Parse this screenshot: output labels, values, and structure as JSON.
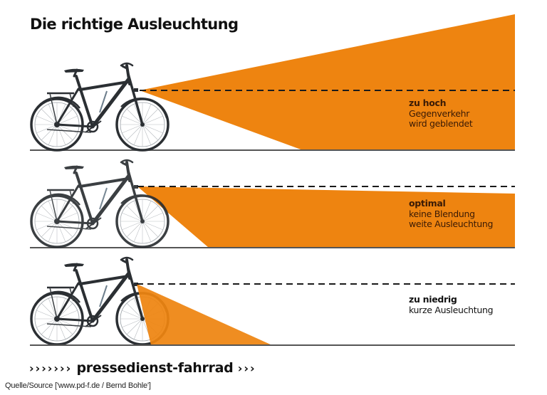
{
  "title": "Die richtige Ausleuchtung",
  "colors": {
    "beam": "#EE8410",
    "ground": "#555555",
    "dash": "#1a1a1a",
    "bike_frame": "#2b2f33",
    "bike_accent": "#6d7e8c"
  },
  "panels": [
    {
      "id": "zu-hoch",
      "heading": "zu hoch",
      "line1": "Gegenverkehr",
      "line2": "wird geblendet",
      "beam": "too-high"
    },
    {
      "id": "optimal",
      "heading": "optimal",
      "line1": "keine Blendung",
      "line2": "weite Ausleuchtung",
      "beam": "optimal"
    },
    {
      "id": "zu-niedrig",
      "heading": "zu niedrig",
      "line1": "kurze Ausleuchtung",
      "line2": "",
      "beam": "too-low"
    }
  ],
  "footer": {
    "chevrons_left": "›››››››",
    "brand": "pressedienst-fahrrad",
    "chevrons_right": "›››",
    "source": "Quelle/Source ['www.pd-f.de / Bernd Bohle']"
  }
}
